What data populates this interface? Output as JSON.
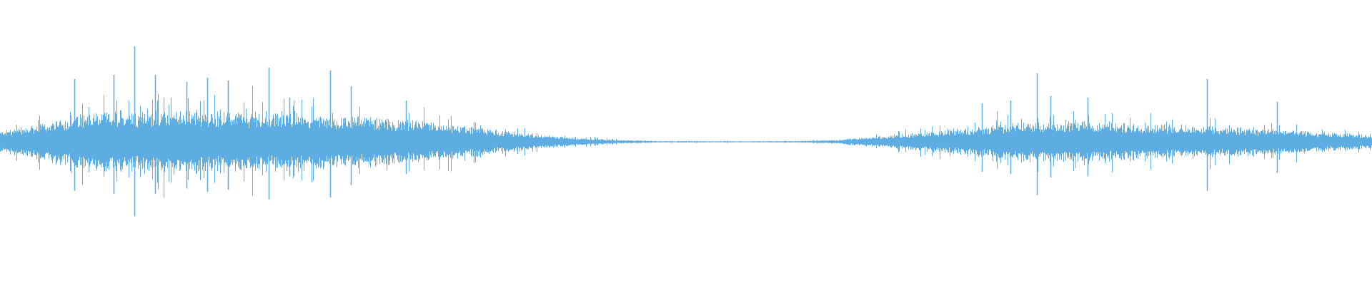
{
  "waveform": {
    "color": "#5dade2",
    "background": "#ffffff",
    "amplitude_envelope": [
      {
        "t": 0.0,
        "a": 0.07
      },
      {
        "t": 0.02,
        "a": 0.1
      },
      {
        "t": 0.04,
        "a": 0.14
      },
      {
        "t": 0.06,
        "a": 0.18
      },
      {
        "t": 0.08,
        "a": 0.2
      },
      {
        "t": 0.1,
        "a": 0.21
      },
      {
        "t": 0.14,
        "a": 0.21
      },
      {
        "t": 0.18,
        "a": 0.2
      },
      {
        "t": 0.22,
        "a": 0.19
      },
      {
        "t": 0.26,
        "a": 0.17
      },
      {
        "t": 0.3,
        "a": 0.14
      },
      {
        "t": 0.33,
        "a": 0.11
      },
      {
        "t": 0.36,
        "a": 0.08
      },
      {
        "t": 0.39,
        "a": 0.05
      },
      {
        "t": 0.42,
        "a": 0.025
      },
      {
        "t": 0.45,
        "a": 0.012
      },
      {
        "t": 0.48,
        "a": 0.005
      },
      {
        "t": 0.54,
        "a": 0.004
      },
      {
        "t": 0.58,
        "a": 0.005
      },
      {
        "t": 0.61,
        "a": 0.012
      },
      {
        "t": 0.64,
        "a": 0.035
      },
      {
        "t": 0.67,
        "a": 0.06
      },
      {
        "t": 0.7,
        "a": 0.09
      },
      {
        "t": 0.74,
        "a": 0.12
      },
      {
        "t": 0.78,
        "a": 0.13
      },
      {
        "t": 0.82,
        "a": 0.12
      },
      {
        "t": 0.86,
        "a": 0.11
      },
      {
        "t": 0.9,
        "a": 0.1
      },
      {
        "t": 0.94,
        "a": 0.08
      },
      {
        "t": 0.97,
        "a": 0.06
      },
      {
        "t": 1.0,
        "a": 0.045
      }
    ],
    "peaks": [
      {
        "t": 0.054,
        "a": 0.44
      },
      {
        "t": 0.083,
        "a": 0.47
      },
      {
        "t": 0.098,
        "a": 0.67
      },
      {
        "t": 0.113,
        "a": 0.47
      },
      {
        "t": 0.136,
        "a": 0.42
      },
      {
        "t": 0.151,
        "a": 0.45
      },
      {
        "t": 0.166,
        "a": 0.43
      },
      {
        "t": 0.196,
        "a": 0.52
      },
      {
        "t": 0.211,
        "a": 0.31
      },
      {
        "t": 0.241,
        "a": 0.5
      },
      {
        "t": 0.256,
        "a": 0.39
      },
      {
        "t": 0.296,
        "a": 0.29
      },
      {
        "t": 0.716,
        "a": 0.27
      },
      {
        "t": 0.737,
        "a": 0.29
      },
      {
        "t": 0.756,
        "a": 0.48
      },
      {
        "t": 0.766,
        "a": 0.32
      },
      {
        "t": 0.793,
        "a": 0.31
      },
      {
        "t": 0.88,
        "a": 0.44
      },
      {
        "t": 0.931,
        "a": 0.28
      }
    ]
  }
}
